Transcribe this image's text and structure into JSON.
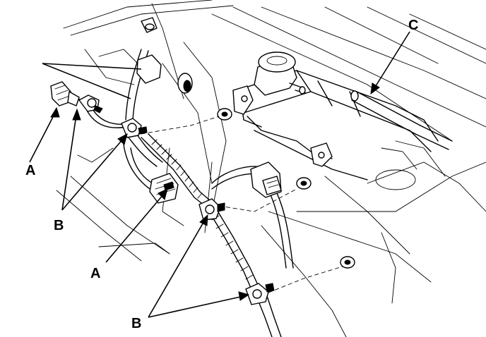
{
  "callouts": {
    "a_top": "A",
    "a_bottom": "A",
    "b_left": "B",
    "b_bottom": "B",
    "c": "C"
  },
  "colors": {
    "line": "#000000",
    "background": "#ffffff"
  }
}
